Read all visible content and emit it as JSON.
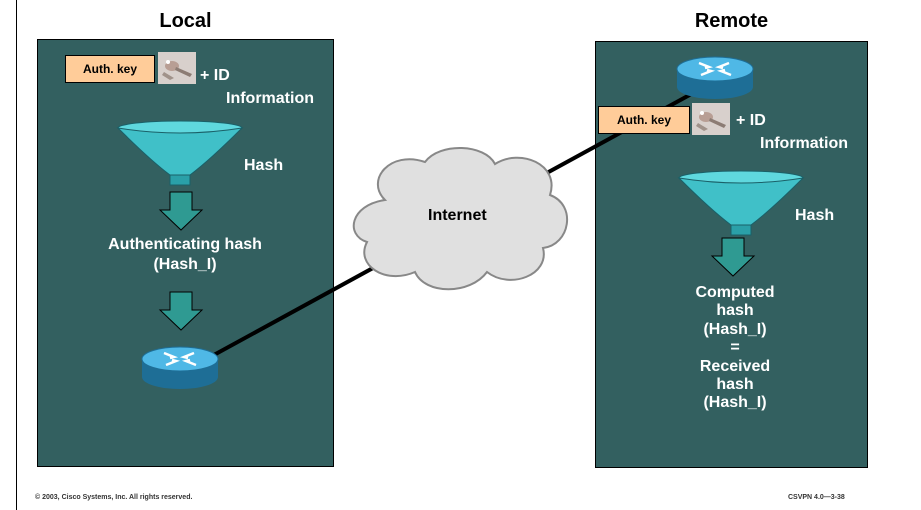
{
  "local": {
    "heading": "Local",
    "auth_key_label": "Auth. key",
    "id_line1": "+ ID",
    "id_line2": "Information",
    "hash_label": "Hash",
    "result_line1": "Authenticating hash",
    "result_line2": "(Hash_I)"
  },
  "remote": {
    "heading": "Remote",
    "auth_key_label": "Auth. key",
    "id_line1": "+ ID",
    "id_line2": "Information",
    "hash_label": "Hash",
    "compare_lines": [
      "Computed",
      "hash",
      "(Hash_I)",
      "=",
      "Received",
      "hash",
      "(Hash_I)"
    ]
  },
  "network": {
    "cloud_label": "Internet"
  },
  "footer": {
    "copyright": "© 2003, Cisco Systems, Inc. All rights reserved.",
    "course_code": "CSVPN 4.0—3-38"
  },
  "colors": {
    "panel": "#336060",
    "funnel": "#40c0c8",
    "arrow": "#2f9a92",
    "key_box": "#ffcc99",
    "cloud": "#e0e0e0"
  }
}
